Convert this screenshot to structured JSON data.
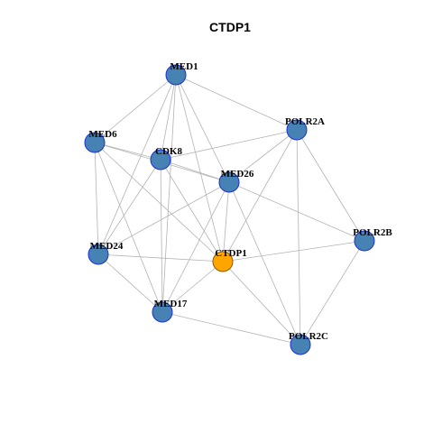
{
  "title": "CTDP1",
  "colors": {
    "background": "#ffffff",
    "edge": "#b3b3b3",
    "node_fill": "#4682b4",
    "node_border": "#1f2fd4",
    "center_fill": "#ffa500",
    "center_border": "#8a5a00"
  },
  "nodes": [
    {
      "id": "MED1",
      "label": "MED1",
      "center": false
    },
    {
      "id": "POLR2A",
      "label": "POLR2A",
      "center": false
    },
    {
      "id": "MED6",
      "label": "MED6",
      "center": false
    },
    {
      "id": "CDK8",
      "label": "CDK8",
      "center": false
    },
    {
      "id": "MED26",
      "label": "MED26",
      "center": false
    },
    {
      "id": "POLR2B",
      "label": "POLR2B",
      "center": false
    },
    {
      "id": "MED24",
      "label": "MED24",
      "center": false
    },
    {
      "id": "CTDP1",
      "label": "CTDP1",
      "center": true
    },
    {
      "id": "MED17",
      "label": "MED17",
      "center": false
    },
    {
      "id": "POLR2C",
      "label": "POLR2C",
      "center": false
    }
  ],
  "edges": [
    [
      "MED1",
      "POLR2A"
    ],
    [
      "MED1",
      "MED6"
    ],
    [
      "MED1",
      "CDK8"
    ],
    [
      "MED1",
      "MED26"
    ],
    [
      "MED1",
      "MED24"
    ],
    [
      "MED1",
      "CTDP1"
    ],
    [
      "MED1",
      "MED17"
    ],
    [
      "POLR2A",
      "CDK8"
    ],
    [
      "POLR2A",
      "MED26"
    ],
    [
      "POLR2A",
      "POLR2B"
    ],
    [
      "POLR2A",
      "CTDP1"
    ],
    [
      "POLR2A",
      "POLR2C"
    ],
    [
      "MED6",
      "CDK8"
    ],
    [
      "MED6",
      "MED26"
    ],
    [
      "MED6",
      "MED24"
    ],
    [
      "MED6",
      "CTDP1"
    ],
    [
      "MED6",
      "MED17"
    ],
    [
      "CDK8",
      "MED26"
    ],
    [
      "CDK8",
      "MED24"
    ],
    [
      "CDK8",
      "CTDP1"
    ],
    [
      "CDK8",
      "MED17"
    ],
    [
      "MED26",
      "POLR2B"
    ],
    [
      "MED26",
      "MED24"
    ],
    [
      "MED26",
      "CTDP1"
    ],
    [
      "MED26",
      "MED17"
    ],
    [
      "MED26",
      "POLR2C"
    ],
    [
      "POLR2B",
      "CTDP1"
    ],
    [
      "POLR2B",
      "POLR2C"
    ],
    [
      "MED24",
      "CTDP1"
    ],
    [
      "MED24",
      "MED17"
    ],
    [
      "CTDP1",
      "MED17"
    ],
    [
      "CTDP1",
      "POLR2C"
    ],
    [
      "MED17",
      "POLR2C"
    ]
  ]
}
